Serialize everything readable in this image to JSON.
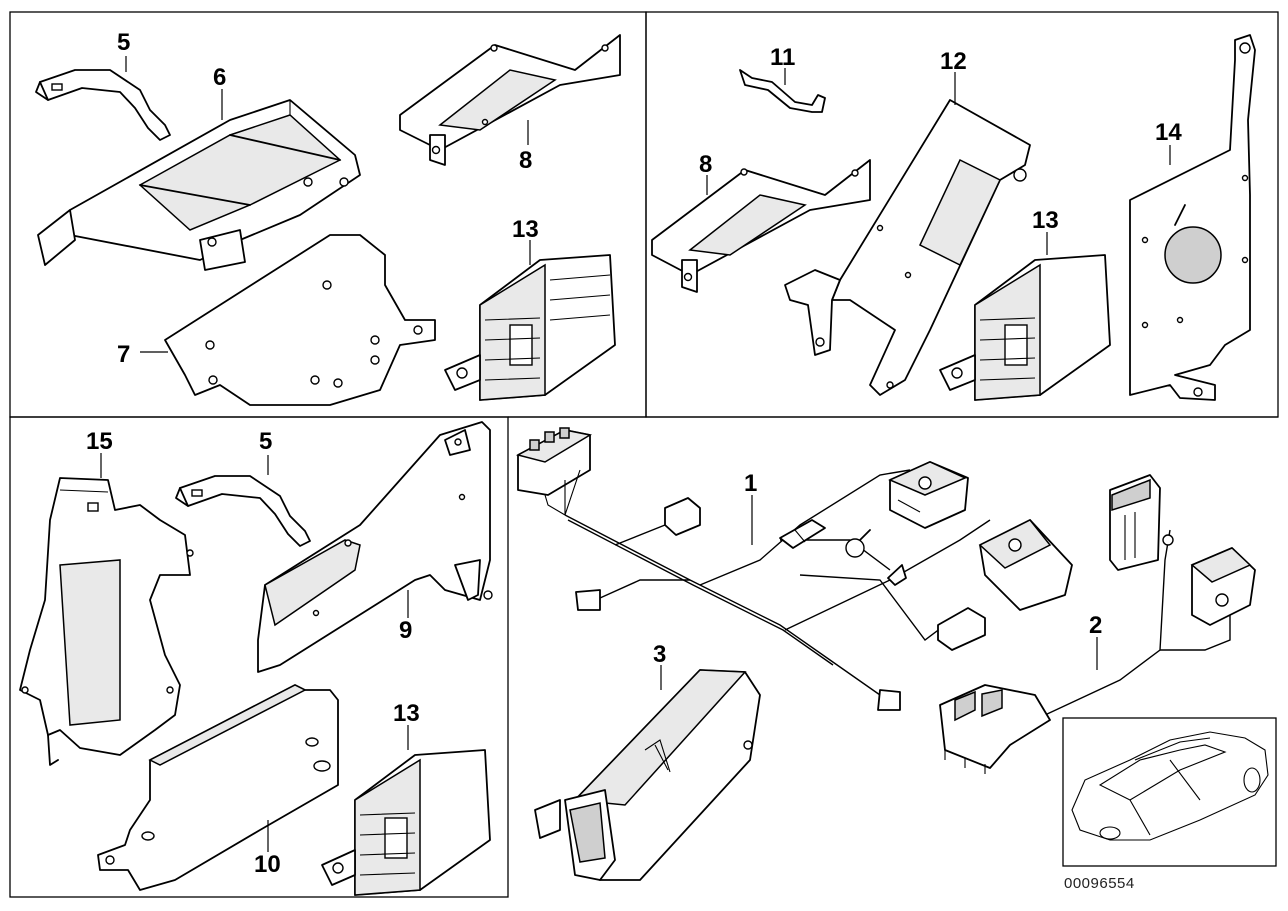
{
  "diagram": {
    "panels": [
      {
        "id": "top-left",
        "labels": [
          "5",
          "6",
          "8",
          "13",
          "7"
        ]
      },
      {
        "id": "top-right",
        "labels": [
          "11",
          "12",
          "14",
          "8",
          "13"
        ]
      },
      {
        "id": "bottom-left",
        "labels": [
          "15",
          "5",
          "9",
          "13",
          "10"
        ]
      },
      {
        "id": "bottom-right",
        "labels": [
          "1",
          "2",
          "3"
        ]
      }
    ],
    "document_number": "00096554"
  },
  "callouts": {
    "tl_5": "5",
    "tl_6": "6",
    "tl_8": "8",
    "tl_13": "13",
    "tl_7": "7",
    "tr_11": "11",
    "tr_12": "12",
    "tr_14": "14",
    "tr_8": "8",
    "tr_13": "13",
    "bl_15": "15",
    "bl_5": "5",
    "bl_9": "9",
    "bl_13": "13",
    "bl_10": "10",
    "br_1": "1",
    "br_2": "2",
    "br_3": "3"
  },
  "icons": [
    "bracket",
    "control-unit",
    "wiring-harness",
    "connector",
    "car-thumbnail"
  ]
}
